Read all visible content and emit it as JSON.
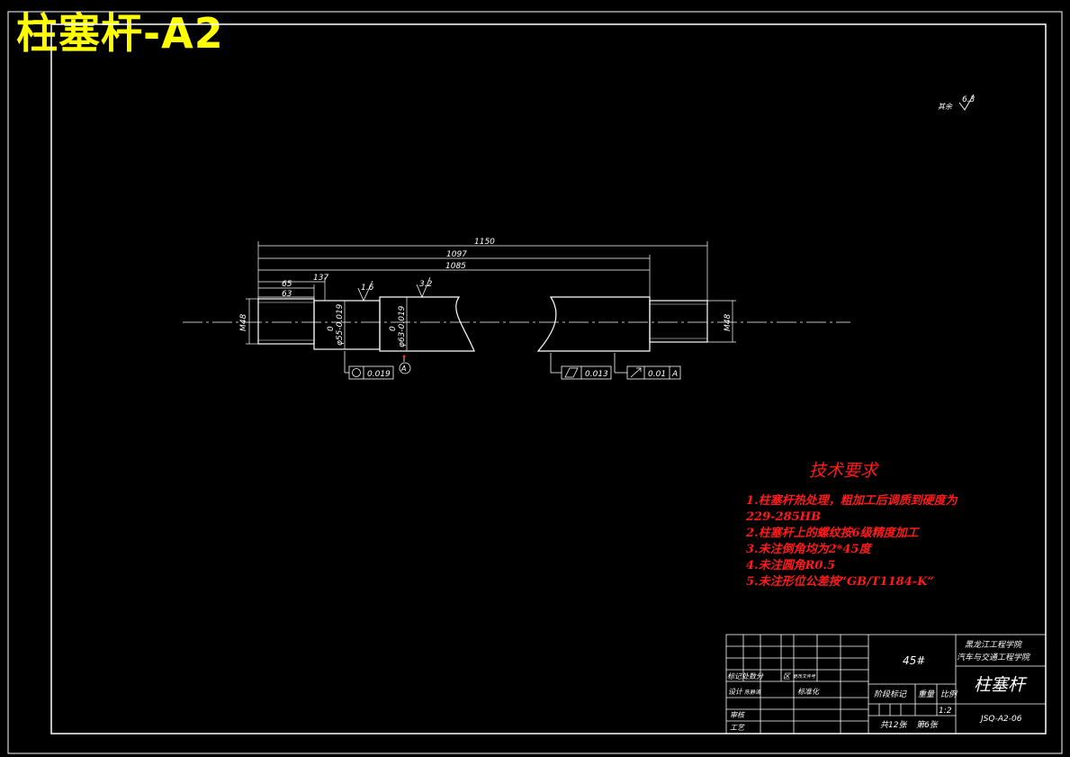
{
  "header": {
    "title": "柱塞杆-A2"
  },
  "roughness": {
    "label": "其余",
    "value": "6.3"
  },
  "dims": {
    "d1150": "1150",
    "d1097": "1097",
    "d1085": "1085",
    "d137": "137",
    "d65": "65",
    "d63": "63",
    "m48_left": "M48",
    "m48_right": "M48",
    "phi55": "φ55-0.019",
    "phi63": "φ63-0.019",
    "zero1": "0",
    "zero2": "0",
    "ra16": "1.6",
    "ra32": "3.2"
  },
  "tolerances": {
    "roundness": "0.019",
    "datum_a": "A",
    "cyl": "0.013",
    "runout": "0.01",
    "runout_ref": "A"
  },
  "tech": {
    "title": "技术要求",
    "items": [
      "1.柱塞杆热处理，粗加工后调质到硬度为",
      "229-285HB",
      "2.柱塞杆上的螺纹按6级精度加工",
      "3.未注倒角均为2*45度",
      "4.未注圆角R0.5",
      "5.未注形位公差按“GB/T1184-K”"
    ]
  },
  "titleblock": {
    "school": "黑龙江工程学院",
    "college": "汽车与交通工程学院",
    "material": "45#",
    "part": "柱塞杆",
    "row_mark": "标记处数分",
    "row_mark2": "区",
    "row_mark3": "更改文件号",
    "row_design": "设计",
    "row_design_name": "陈静涛",
    "row_std": "标准化",
    "row_check": "审核",
    "row_proc": "工艺",
    "stage": "阶段标记",
    "weight": "重量",
    "scale_lbl": "比例",
    "scale": "1:2",
    "sheets": "共12张",
    "sheet": "第6张",
    "code": "JSQ-A2-06"
  }
}
